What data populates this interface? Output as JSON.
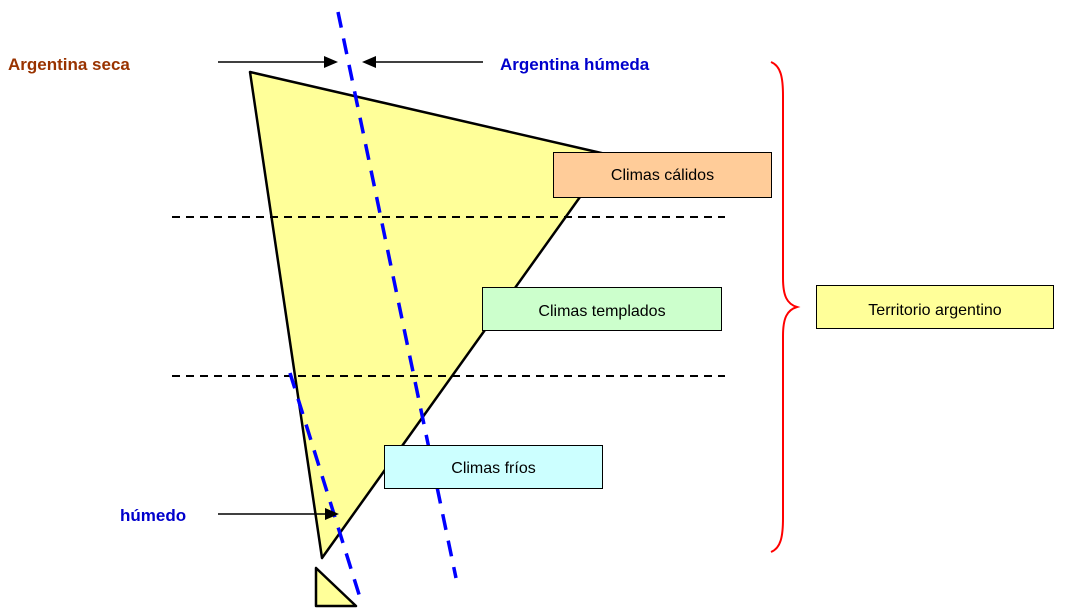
{
  "labels": {
    "dry": "Argentina seca",
    "humid": "Argentina húmeda",
    "humid_south": "húmedo"
  },
  "boxes": {
    "warm": "Climas cálidos",
    "temperate": "Climas templados",
    "cold": "Climas fríos",
    "territory": "Territorio argentino"
  },
  "colors": {
    "territory_fill": "#ffff99",
    "dry_text": "#993300",
    "humid_text": "#0000cc",
    "humid_line": "#0000ff",
    "brace": "#ff0000",
    "warm_box": "#ffcc99",
    "temperate_box": "#ccffcc",
    "cold_box": "#ccffff",
    "territory_box": "#ffff99"
  }
}
